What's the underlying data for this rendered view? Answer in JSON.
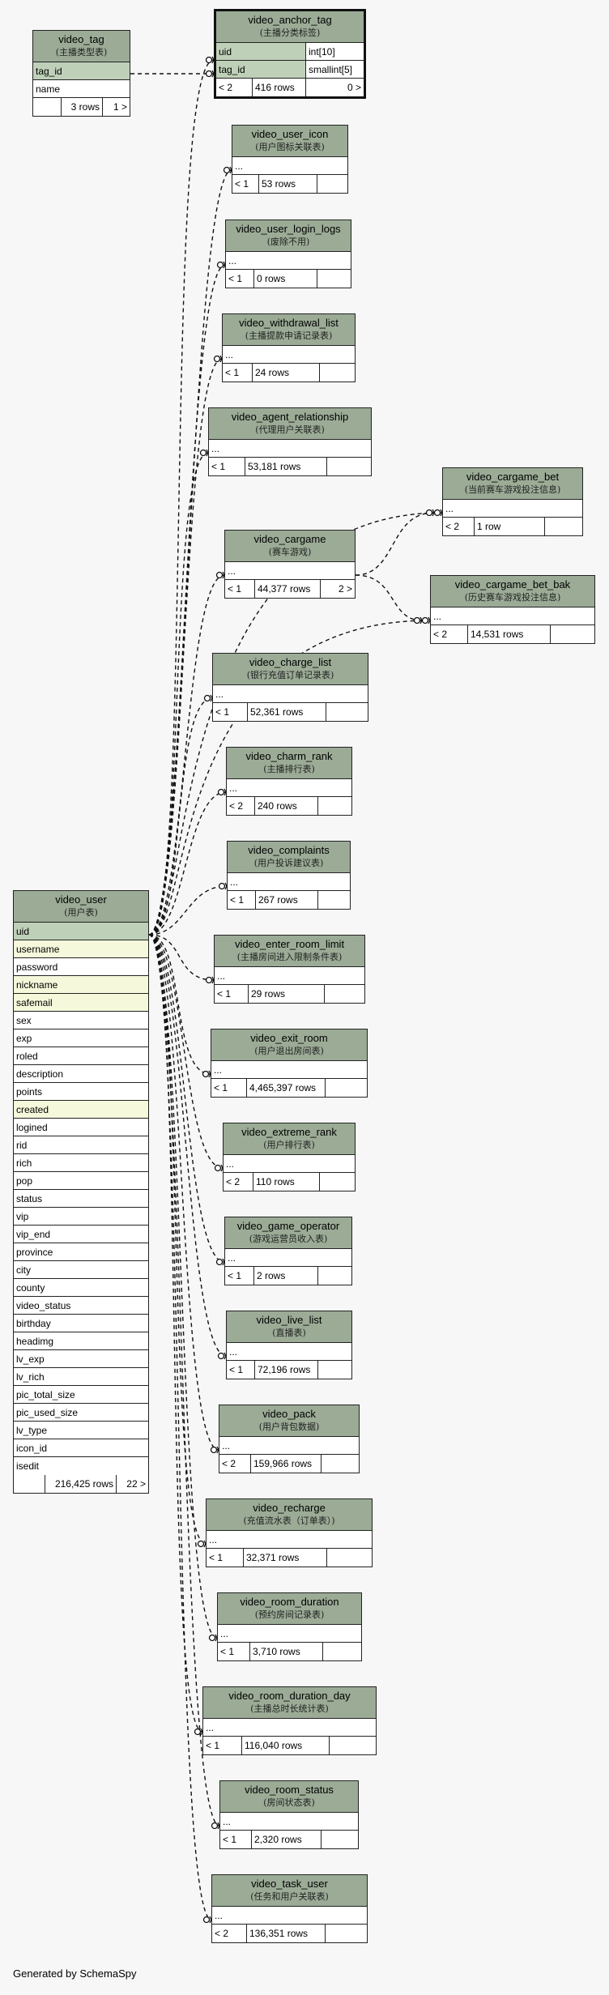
{
  "diagram": {
    "footer": "Generated by SchemaSpy",
    "tables": {
      "video_tag": {
        "name": "video_tag",
        "comment": "(主播类型表)",
        "rows": [
          {
            "name": "tag_id",
            "kind": "key"
          },
          {
            "name": "name",
            "kind": "plain"
          }
        ],
        "stats": {
          "parents": "",
          "rows": "3 rows",
          "children": "1 >"
        }
      },
      "video_anchor_tag": {
        "name": "video_anchor_tag",
        "comment": "(主播分类标签)",
        "rows": [
          {
            "name": "uid",
            "type": "int[10]"
          },
          {
            "name": "tag_id",
            "type": "smallint[5]"
          }
        ],
        "stats": {
          "parents": "< 2",
          "rows": "416 rows",
          "children": "0 >"
        }
      },
      "video_user_icon": {
        "name": "video_user_icon",
        "comment": "(用户图标关联表)",
        "dots": "...",
        "stats": {
          "parents": "< 1",
          "rows": "53 rows",
          "children": ""
        }
      },
      "video_user_login_logs": {
        "name": "video_user_login_logs",
        "comment": "(废除不用)",
        "dots": "...",
        "stats": {
          "parents": "< 1",
          "rows": "0 rows",
          "children": ""
        }
      },
      "video_withdrawal_list": {
        "name": "video_withdrawal_list",
        "comment": "(主播提款申请记录表)",
        "dots": "...",
        "stats": {
          "parents": "< 1",
          "rows": "24 rows",
          "children": ""
        }
      },
      "video_agent_relationship": {
        "name": "video_agent_relationship",
        "comment": "(代理用户关联表)",
        "dots": "...",
        "stats": {
          "parents": "< 1",
          "rows": "53,181 rows",
          "children": ""
        }
      },
      "video_cargame_bet": {
        "name": "video_cargame_bet",
        "comment": "(当前赛车游戏投注信息)",
        "dots": "...",
        "stats": {
          "parents": "< 2",
          "rows": "1 row",
          "children": ""
        }
      },
      "video_cargame": {
        "name": "video_cargame",
        "comment": "(赛车游戏)",
        "dots": "...",
        "stats": {
          "parents": "< 1",
          "rows": "44,377 rows",
          "children": "2 >"
        }
      },
      "video_cargame_bet_bak": {
        "name": "video_cargame_bet_bak",
        "comment": "(历史赛车游戏投注信息)",
        "dots": "...",
        "stats": {
          "parents": "< 2",
          "rows": "14,531 rows",
          "children": ""
        }
      },
      "video_charge_list": {
        "name": "video_charge_list",
        "comment": "(银行充值订单记录表)",
        "dots": "...",
        "stats": {
          "parents": "< 1",
          "rows": "52,361 rows",
          "children": ""
        }
      },
      "video_charm_rank": {
        "name": "video_charm_rank",
        "comment": "(主播排行表)",
        "dots": "...",
        "stats": {
          "parents": "< 2",
          "rows": "240 rows",
          "children": ""
        }
      },
      "video_complaints": {
        "name": "video_complaints",
        "comment": "(用户投诉建议表)",
        "dots": "...",
        "stats": {
          "parents": "< 1",
          "rows": "267 rows",
          "children": ""
        }
      },
      "video_enter_room_limit": {
        "name": "video_enter_room_limit",
        "comment": "(主播房间进入限制条件表)",
        "dots": "...",
        "stats": {
          "parents": "< 1",
          "rows": "29 rows",
          "children": ""
        }
      },
      "video_exit_room": {
        "name": "video_exit_room",
        "comment": "(用户退出房间表)",
        "dots": "...",
        "stats": {
          "parents": "< 1",
          "rows": "4,465,397 rows",
          "children": ""
        }
      },
      "video_extreme_rank": {
        "name": "video_extreme_rank",
        "comment": "(用户排行表)",
        "dots": "...",
        "stats": {
          "parents": "< 2",
          "rows": "110 rows",
          "children": ""
        }
      },
      "video_game_operator": {
        "name": "video_game_operator",
        "comment": "(游戏运营员收入表)",
        "dots": "...",
        "stats": {
          "parents": "< 1",
          "rows": "2 rows",
          "children": ""
        }
      },
      "video_live_list": {
        "name": "video_live_list",
        "comment": "(直播表)",
        "dots": "...",
        "stats": {
          "parents": "< 1",
          "rows": "72,196 rows",
          "children": ""
        }
      },
      "video_pack": {
        "name": "video_pack",
        "comment": "(用户背包数据)",
        "dots": "...",
        "stats": {
          "parents": "< 2",
          "rows": "159,966 rows",
          "children": ""
        }
      },
      "video_recharge": {
        "name": "video_recharge",
        "comment": "(充值流水表（订单表）)",
        "dots": "...",
        "stats": {
          "parents": "< 1",
          "rows": "32,371 rows",
          "children": ""
        }
      },
      "video_room_duration": {
        "name": "video_room_duration",
        "comment": "(预约房间记录表)",
        "dots": "...",
        "stats": {
          "parents": "< 1",
          "rows": "3,710 rows",
          "children": ""
        }
      },
      "video_room_duration_day": {
        "name": "video_room_duration_day",
        "comment": "(主播总时长统计表)",
        "dots": "...",
        "stats": {
          "parents": "< 1",
          "rows": "116,040 rows",
          "children": ""
        }
      },
      "video_room_status": {
        "name": "video_room_status",
        "comment": "(房间状态表)",
        "dots": "...",
        "stats": {
          "parents": "< 1",
          "rows": "2,320 rows",
          "children": ""
        }
      },
      "video_task_user": {
        "name": "video_task_user",
        "comment": "(任务和用户关联表)",
        "dots": "...",
        "stats": {
          "parents": "< 2",
          "rows": "136,351 rows",
          "children": ""
        }
      },
      "video_user": {
        "name": "video_user",
        "comment": "(用户表)",
        "rows": [
          {
            "name": "uid",
            "kind": "key"
          },
          {
            "name": "username",
            "kind": "idx"
          },
          {
            "name": "password",
            "kind": "plain"
          },
          {
            "name": "nickname",
            "kind": "idx"
          },
          {
            "name": "safemail",
            "kind": "idx"
          },
          {
            "name": "sex",
            "kind": "plain"
          },
          {
            "name": "exp",
            "kind": "plain"
          },
          {
            "name": "roled",
            "kind": "plain"
          },
          {
            "name": "description",
            "kind": "plain"
          },
          {
            "name": "points",
            "kind": "plain"
          },
          {
            "name": "created",
            "kind": "idx"
          },
          {
            "name": "logined",
            "kind": "plain"
          },
          {
            "name": "rid",
            "kind": "plain"
          },
          {
            "name": "rich",
            "kind": "plain"
          },
          {
            "name": "pop",
            "kind": "plain"
          },
          {
            "name": "status",
            "kind": "plain"
          },
          {
            "name": "vip",
            "kind": "plain"
          },
          {
            "name": "vip_end",
            "kind": "plain"
          },
          {
            "name": "province",
            "kind": "plain"
          },
          {
            "name": "city",
            "kind": "plain"
          },
          {
            "name": "county",
            "kind": "plain"
          },
          {
            "name": "video_status",
            "kind": "plain"
          },
          {
            "name": "birthday",
            "kind": "plain"
          },
          {
            "name": "headimg",
            "kind": "plain"
          },
          {
            "name": "lv_exp",
            "kind": "plain"
          },
          {
            "name": "lv_rich",
            "kind": "plain"
          },
          {
            "name": "pic_total_size",
            "kind": "plain"
          },
          {
            "name": "pic_used_size",
            "kind": "plain"
          },
          {
            "name": "lv_type",
            "kind": "plain"
          },
          {
            "name": "icon_id",
            "kind": "plain"
          },
          {
            "name": "isedit",
            "kind": "plain"
          }
        ],
        "stats": {
          "parents": "",
          "rows": "216,425 rows",
          "children": "22 >"
        }
      }
    }
  }
}
